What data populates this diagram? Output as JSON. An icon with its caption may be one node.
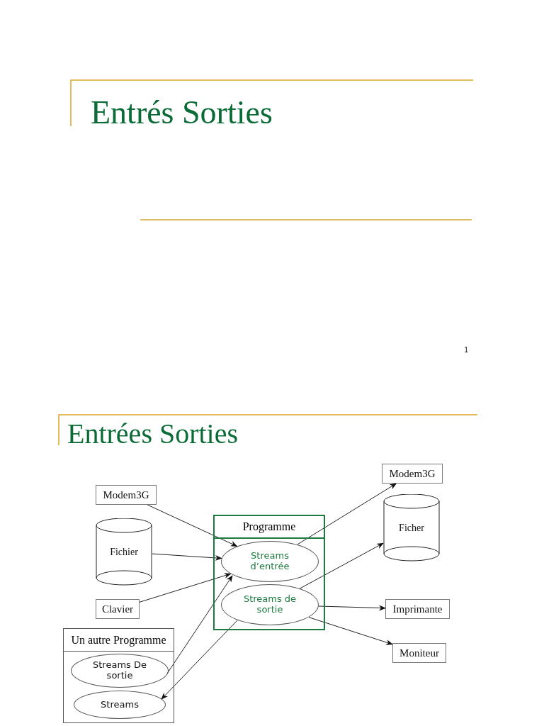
{
  "diagram": {
    "title": "Entrés Sorties",
    "nodes": [
      {
        "text": [
          "Modem3G"
        ]
      },
      {
        "text": [
          "Fichier"
        ]
      },
      {
        "text": [
          "Clavier"
        ]
      },
      {
        "text": [
          "Programme"
        ]
      },
      {
        "text": [
          "Streams d’entrée"
        ],
        "in": 3
      },
      {
        "text": [
          "Streams de sortie"
        ],
        "in": 3
      },
      {
        "text": [
          "Un autre Programme"
        ]
      },
      {
        "text": [
          "Streams De sortie"
        ],
        "in": 6
      },
      {
        "text": [
          "Streams"
        ],
        "in": 6
      },
      {
        "text": [
          "Modem3G"
        ]
      },
      {
        "text": [
          "Ficher"
        ]
      },
      {
        "text": [
          "Imprimante"
        ]
      },
      {
        "text": [
          "Moniteur"
        ]
      }
    ],
    "edges": [
      {
        "from": 0,
        "to": 4,
        "arrow": "to"
      },
      {
        "from": 1,
        "to": 4,
        "arrow": "to"
      },
      {
        "from": 2,
        "to": 4,
        "arrow": "to"
      },
      {
        "from": 7,
        "to": 4,
        "arrow": "to"
      },
      {
        "from": 5,
        "to": 8,
        "arrow": "to"
      },
      {
        "from": 4,
        "to": 9,
        "arrow": "to"
      },
      {
        "from": 5,
        "to": 10,
        "arrow": "to"
      },
      {
        "from": 5,
        "to": 11,
        "arrow": "to"
      },
      {
        "from": 5,
        "to": 12,
        "arrow": "to"
      }
    ],
    "labels": [
      "1",
      "Entrées Sorties"
    ]
  }
}
